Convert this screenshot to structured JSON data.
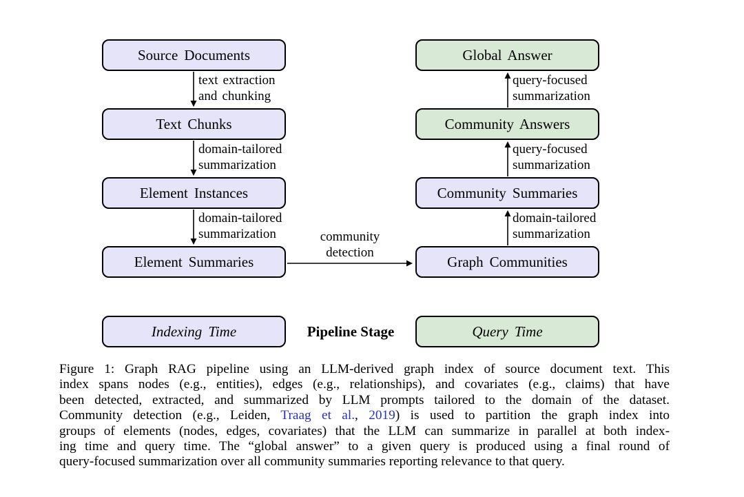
{
  "diagram": {
    "left_column": [
      {
        "label": "Source Documents",
        "type": "indexing"
      },
      {
        "label": "Text Chunks",
        "type": "indexing"
      },
      {
        "label": "Element Instances",
        "type": "indexing"
      },
      {
        "label": "Element Summaries",
        "type": "indexing"
      }
    ],
    "right_column": [
      {
        "label": "Global Answer",
        "type": "query"
      },
      {
        "label": "Community Answers",
        "type": "query"
      },
      {
        "label": "Community Summaries",
        "type": "indexing"
      },
      {
        "label": "Graph Communities",
        "type": "indexing"
      }
    ],
    "edges": {
      "left": [
        {
          "lines": [
            "text extraction",
            "and chunking"
          ]
        },
        {
          "lines": [
            "domain-tailored",
            "summarization"
          ]
        },
        {
          "lines": [
            "domain-tailored",
            "summarization"
          ]
        }
      ],
      "right": [
        {
          "lines": [
            "query-focused",
            "summarization"
          ]
        },
        {
          "lines": [
            "query-focused",
            "summarization"
          ]
        },
        {
          "lines": [
            "domain-tailored",
            "summarization"
          ]
        }
      ],
      "horizontal": {
        "lines": [
          "community",
          "detection"
        ]
      }
    },
    "legend": {
      "indexing_label": "Indexing Time",
      "stage_label": "Pipeline Stage",
      "query_label": "Query Time"
    }
  },
  "colors": {
    "indexing_fill": "#e5e4f8",
    "query_fill": "#d8e9d5",
    "node_border": "#000000",
    "citation_link": "#2533c4"
  },
  "caption": {
    "lines": [
      {
        "segments": [
          {
            "text": "Figure 1: Graph RAG pipeline using an LLM-derived graph index of source document text. This"
          }
        ]
      },
      {
        "segments": [
          {
            "text": "index spans nodes (e.g., entities), edges (e.g., relationships), and covariates (e.g., claims) that have"
          }
        ]
      },
      {
        "segments": [
          {
            "text": "been detected, extracted, and summarized by LLM prompts tailored to the domain of the dataset."
          }
        ]
      },
      {
        "segments": [
          {
            "text": "Community detection (e.g., Leiden, "
          },
          {
            "text": "Traag et al.",
            "style": "citation"
          },
          {
            "text": ", "
          },
          {
            "text": "2019",
            "style": "citation"
          },
          {
            "text": ") is used to partition the graph index into"
          }
        ]
      },
      {
        "segments": [
          {
            "text": "groups of elements (nodes, edges, covariates) that the LLM can summarize in parallel at both index-"
          }
        ]
      },
      {
        "segments": [
          {
            "text": "ing time and query time. The “global answer” to a given query is produced using a final round of"
          }
        ]
      },
      {
        "last": true,
        "segments": [
          {
            "text": "query-focused summarization over all community summaries reporting relevance to that query."
          }
        ]
      }
    ]
  }
}
